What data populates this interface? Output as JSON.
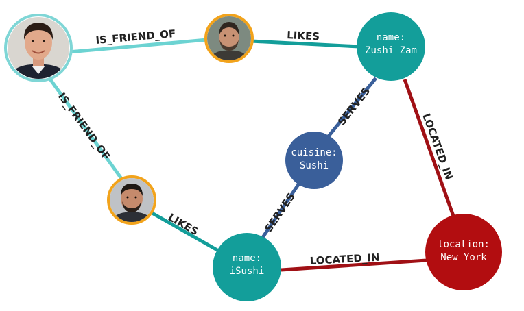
{
  "colors": {
    "teal": "#139e9a",
    "teal_light": "#6cd3d2",
    "blue": "#3a5f9a",
    "red": "#b20d10",
    "dark_red": "#a01015",
    "orange_ring": "#f2a31b",
    "person_ring": "#7fd6d6"
  },
  "nodes": {
    "person_1": {
      "icon": "person-photo-icon"
    },
    "person_2": {
      "icon": "person-photo-icon"
    },
    "person_3": {
      "icon": "person-photo-icon"
    },
    "zushi_zam": {
      "line1": "name:",
      "line2": "Zushi Zam"
    },
    "cuisine": {
      "line1": "cuisine:",
      "line2": "Sushi"
    },
    "isushi": {
      "line1": "name:",
      "line2": "iSushi"
    },
    "location": {
      "line1": "location:",
      "line2": "New York"
    }
  },
  "edges": {
    "friend_top": "IS_FRIEND_OF",
    "friend_left": "IS_FRIEND_OF",
    "likes_top": "LIKES",
    "likes_bottom": "LIKES",
    "serves_top": "SERVES",
    "serves_bottom": "SERVES",
    "located_right": "LOCATED_IN",
    "located_bottom": "LOCATED_IN"
  }
}
